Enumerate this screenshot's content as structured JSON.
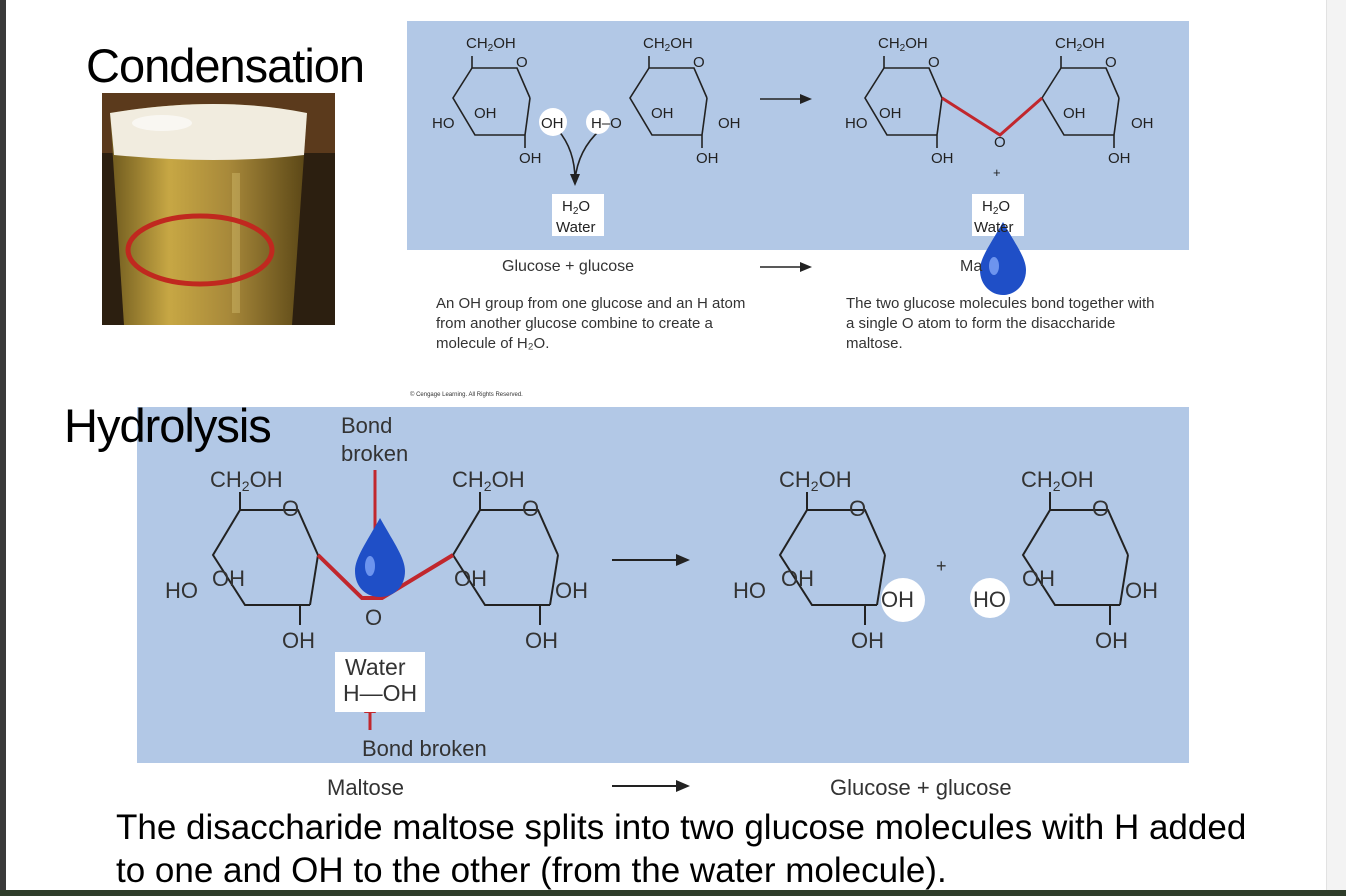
{
  "condensation": {
    "title": "Condensation",
    "water_label": "Water",
    "product_water_label": "Water",
    "reactants_label": "Glucose + glucose",
    "product_label": "Ma",
    "caption_left": "An OH group from one glucose and an H atom from another glucose combine to create a molecule of H₂O.",
    "caption_right": "The two glucose molecules bond together with a single O atom to form the disaccharide maltose.",
    "plus": "+"
  },
  "hydrolysis": {
    "title": "Hydrolysis",
    "bond_broken_top": "Bond broken",
    "bond_broken_bottom": "Bond broken",
    "water_label": "Water",
    "water_formula": "H—OH",
    "reactant_label": "Maltose",
    "products_label": "Glucose + glucose",
    "plus": "+"
  },
  "copyright": "© Cengage Learning. All Rights Reserved.",
  "summary": "The disaccharide maltose splits into two glucose molecules with H added to one and OH to the other (from the water molecule).",
  "colors": {
    "panel": "#b2c8e6",
    "bond_highlight": "#c1272d",
    "drop": "#1f4fc7",
    "circle": "#c0281f"
  },
  "icons": [
    "beer-glass-image",
    "water-drop-icon",
    "reaction-arrow-icon"
  ]
}
